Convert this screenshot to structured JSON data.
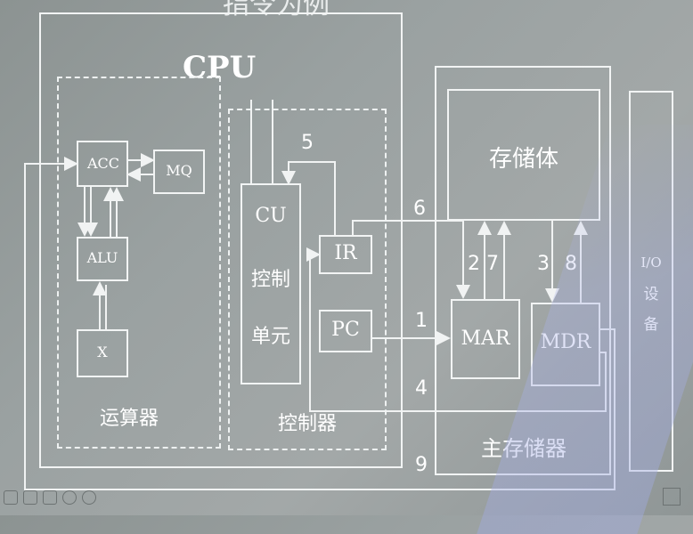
{
  "title_partial": "指令为例",
  "cpu": {
    "label": "CPU",
    "alu_unit": {
      "label": "运算器",
      "acc": "ACC",
      "mq": "MQ",
      "alu": "ALU",
      "x": "X"
    },
    "control_unit": {
      "label": "控制器",
      "cu_line1": "CU",
      "cu_line2": "控制",
      "cu_line3": "单元",
      "ir": "IR",
      "pc": "PC"
    }
  },
  "memory": {
    "label": "主存储器",
    "storage": "存储体",
    "mar": "MAR",
    "mdr": "MDR"
  },
  "io": {
    "label_line1": "I/O",
    "label_line2": "设",
    "label_line3": "备"
  },
  "steps": {
    "s1": "1",
    "s2": "2",
    "s3": "3",
    "s4": "4",
    "s5": "5",
    "s6": "6",
    "s7": "7",
    "s8": "8",
    "s9": "9"
  }
}
